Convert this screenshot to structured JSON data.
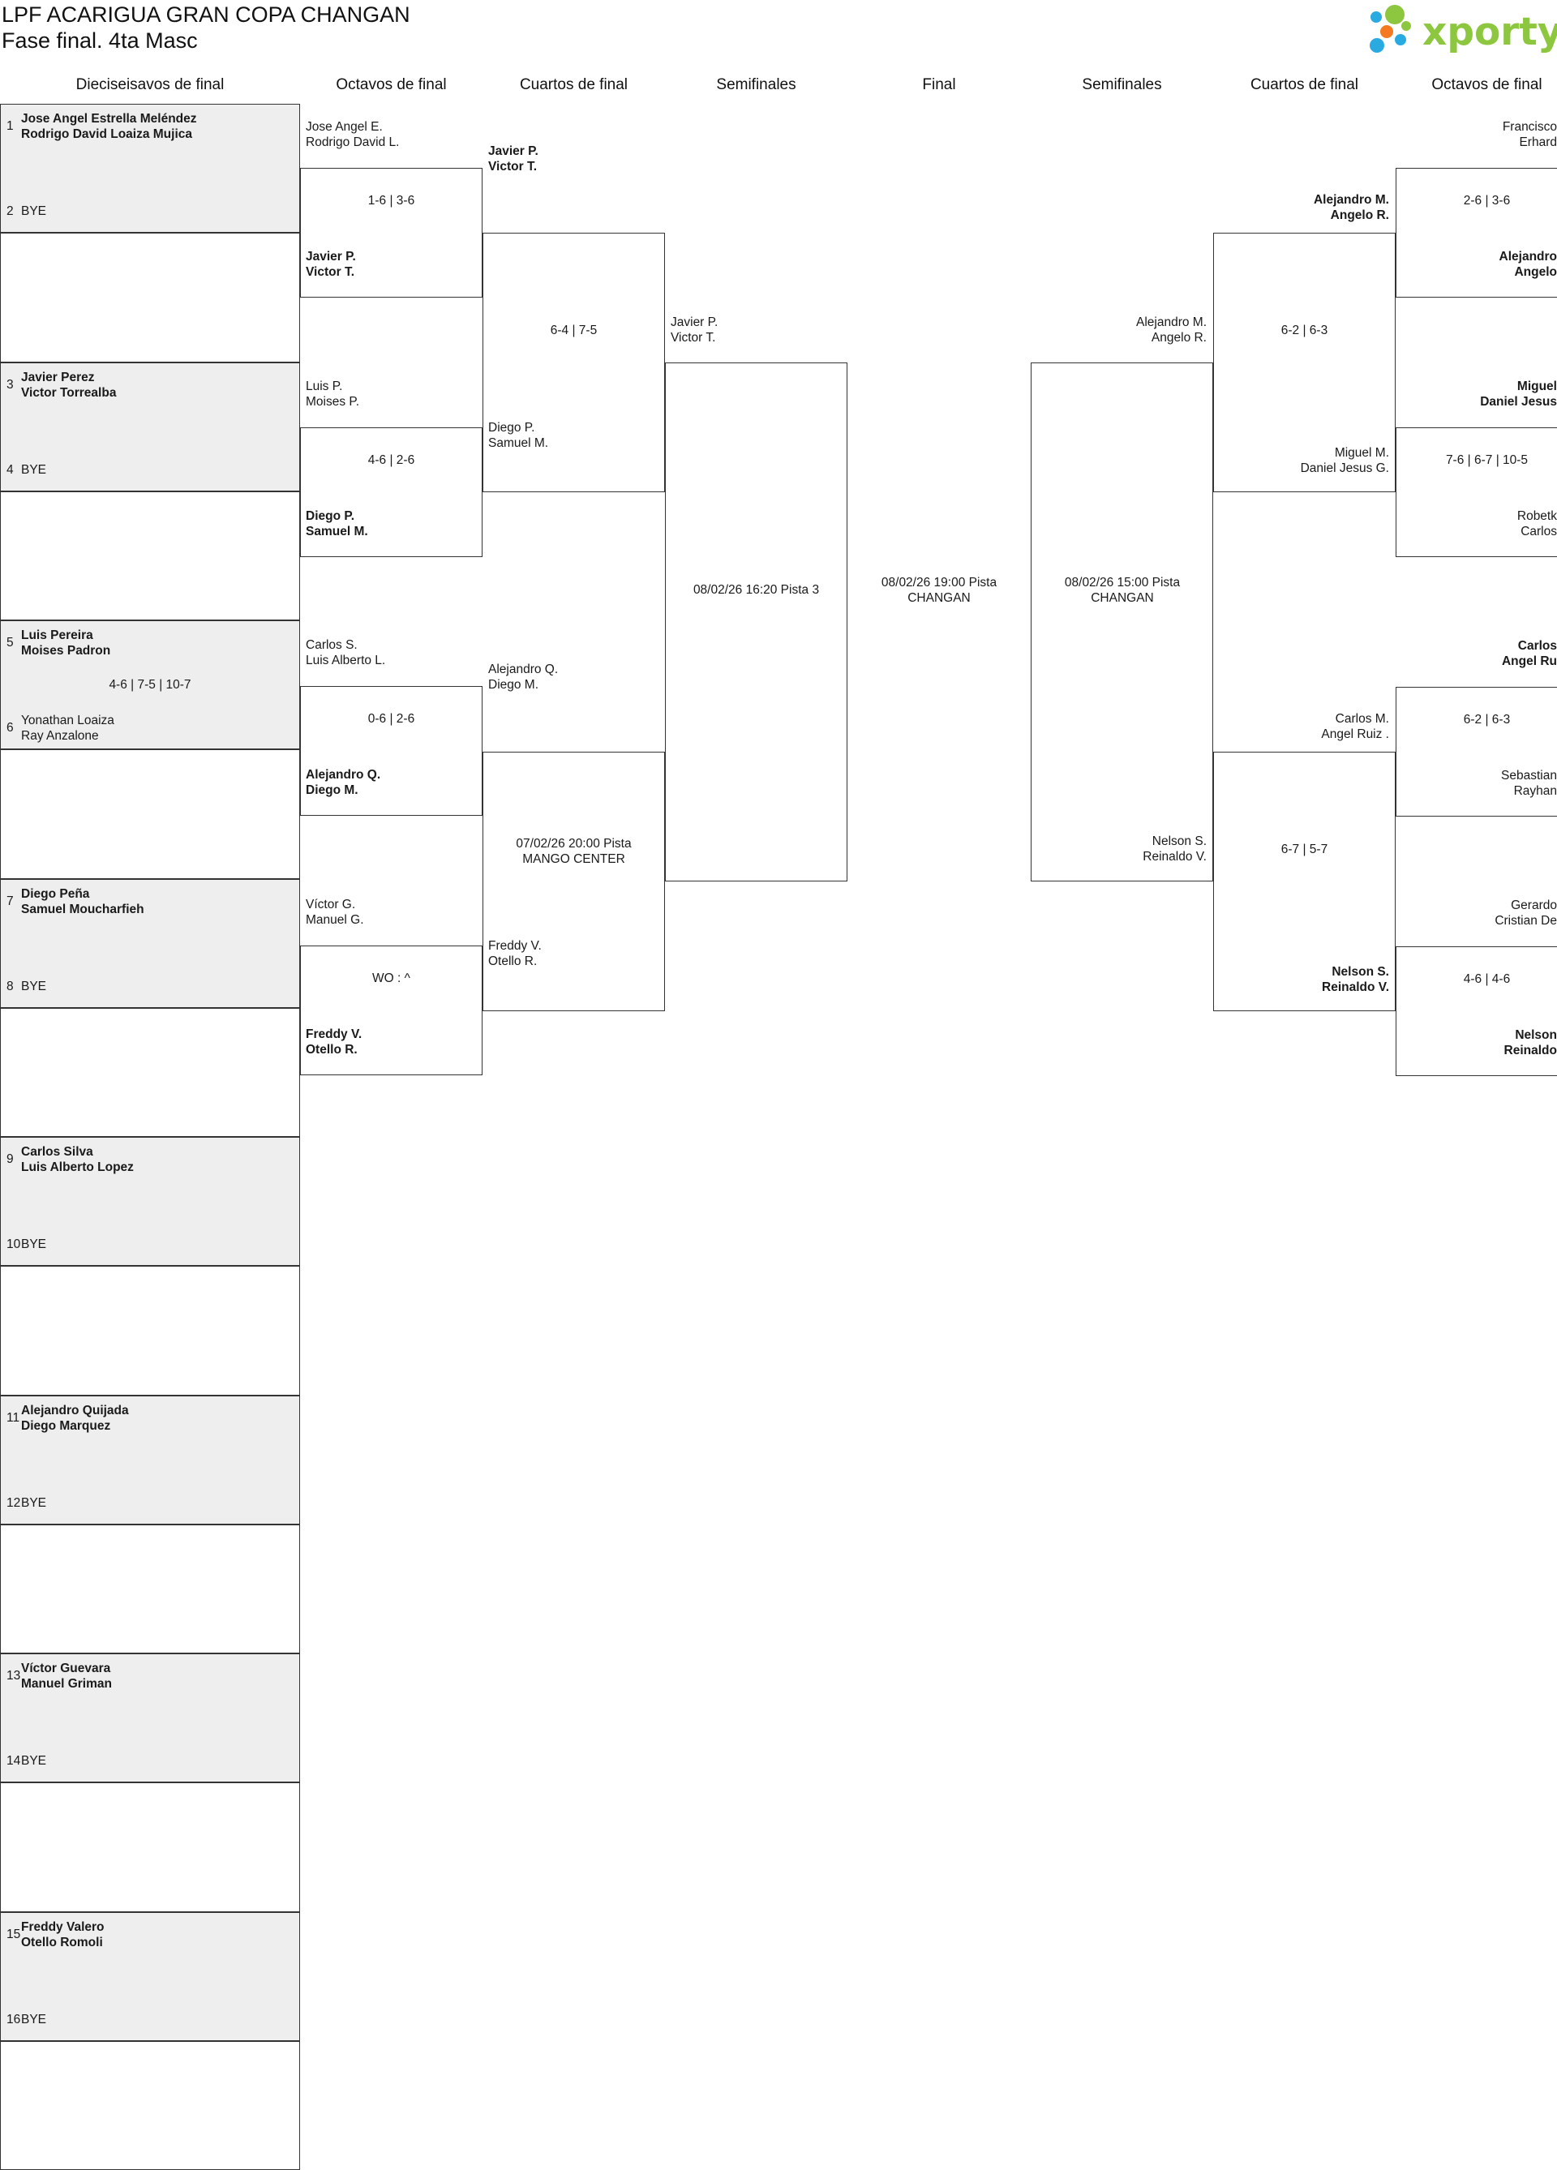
{
  "header": {
    "title": "LPF ACARIGUA GRAN COPA CHANGAN",
    "subtitle": "Fase final. 4ta Masc",
    "logo_text": "xporty"
  },
  "colors": {
    "logo_green": "#8dc63f",
    "logo_orange": "#f47920",
    "logo_blue": "#29abe2",
    "seed_fill": "#eeeeee",
    "line": "#333333"
  },
  "rounds": [
    "Dieciseisavos de final",
    "Octavos de final",
    "Cuartos de final",
    "Semifinales",
    "Final",
    "Semifinales",
    "Cuartos de final",
    "Octavos de final"
  ],
  "r32": [
    {
      "seed1": "1",
      "p1a": "Jose Angel Estrella Meléndez",
      "p1b": "Rodrigo David Loaiza Mujica",
      "seed2": "2",
      "p2a": "BYE",
      "p2b": "",
      "score": ""
    },
    {
      "seed1": "3",
      "p1a": "Javier Perez",
      "p1b": "Victor Torrealba",
      "seed2": "4",
      "p2a": "BYE",
      "p2b": "",
      "score": ""
    },
    {
      "seed1": "5",
      "p1a": "Luis Pereira",
      "p1b": "Moises Padron",
      "seed2": "6",
      "p2a": "Yonathan Loaiza",
      "p2b": "Ray Anzalone",
      "score": "4-6 | 7-5 | 10-7"
    },
    {
      "seed1": "7",
      "p1a": "Diego Peña",
      "p1b": "Samuel Moucharfieh",
      "seed2": "8",
      "p2a": "BYE",
      "p2b": "",
      "score": ""
    },
    {
      "seed1": "9",
      "p1a": "Carlos Silva",
      "p1b": "Luis Alberto Lopez",
      "seed2": "10",
      "p2a": "BYE",
      "p2b": "",
      "score": ""
    },
    {
      "seed1": "11",
      "p1a": "Alejandro Quijada",
      "p1b": "Diego Marquez",
      "seed2": "12",
      "p2a": "BYE",
      "p2b": "",
      "score": ""
    },
    {
      "seed1": "13",
      "p1a": "Víctor Guevara",
      "p1b": "Manuel Griman",
      "seed2": "14",
      "p2a": "BYE",
      "p2b": "",
      "score": ""
    },
    {
      "seed1": "15",
      "p1a": "Freddy Valero",
      "p1b": "Otello Romoli",
      "seed2": "16",
      "p2a": "BYE",
      "p2b": "",
      "score": ""
    }
  ],
  "r16_left": [
    {
      "t1": "Jose Angel E.",
      "t2": "Rodrigo David L.",
      "b1": "Javier P.",
      "b2": "Victor T.",
      "score": "1-6 | 3-6"
    },
    {
      "t1": "Luis P.",
      "t2": "Moises P.",
      "b1": "Diego P.",
      "b2": "Samuel M.",
      "score": "4-6 | 2-6"
    },
    {
      "t1": "Carlos S.",
      "t2": "Luis Alberto L.",
      "b1": "Alejandro Q.",
      "b2": "Diego M.",
      "score": "0-6 | 2-6"
    },
    {
      "t1": "Víctor G.",
      "t2": "Manuel G.",
      "b1": "Freddy V.",
      "b2": "Otello R.",
      "score": "WO : ^"
    }
  ],
  "qf_left": [
    {
      "t1": "Javier P.",
      "t2": "Victor T.",
      "b1": "Diego P.",
      "b2": "Samuel M.",
      "score": "6-4 | 7-5"
    },
    {
      "t1": "Alejandro Q.",
      "t2": "Diego M.",
      "b1": "Freddy V.",
      "b2": "Otello R.",
      "score": "07/02/26 20:00 Pista",
      "score2": "MANGO CENTER"
    }
  ],
  "sf_left": {
    "t1": "Javier P.",
    "t2": "Victor T.",
    "score": "08/02/26 16:20 Pista 3"
  },
  "final": {
    "line1": "08/02/26 19:00 Pista",
    "line2": "CHANGAN"
  },
  "sf_right": {
    "t1": "Alejandro M.",
    "t2": "Angelo R.",
    "b1": "Nelson S.",
    "b2": "Reinaldo V.",
    "score": "08/02/26 15:00 Pista",
    "score2": "CHANGAN"
  },
  "qf_right": [
    {
      "t1": "Alejandro M.",
      "t2": "Angelo R.",
      "b1": "Miguel M.",
      "b2": "Daniel Jesus G.",
      "score": "6-2 | 6-3"
    },
    {
      "t1": "Carlos M.",
      "t2": "Angel Ruiz .",
      "b1": "Nelson S.",
      "b2": "Reinaldo V.",
      "score": "6-7 | 5-7"
    }
  ],
  "r16_right": [
    {
      "t1": "Francisco",
      "t2": "Erhard",
      "b1": "Alejandro",
      "b2": "Angelo",
      "score": "2-6 | 3-6"
    },
    {
      "t1": "Miguel",
      "t2": "Daniel Jesus",
      "b1": "Robetk",
      "b2": "Carlos",
      "score": "7-6 | 6-7 | 10-5"
    },
    {
      "t1": "Carlos",
      "t2": "Angel Ru",
      "b1": "Sebastian",
      "b2": "Rayhan",
      "score": "6-2 | 6-3"
    },
    {
      "t1": "Gerardo",
      "t2": "Cristian De",
      "b1": "Nelson",
      "b2": "Reinaldo",
      "score": "4-6 | 4-6"
    }
  ]
}
